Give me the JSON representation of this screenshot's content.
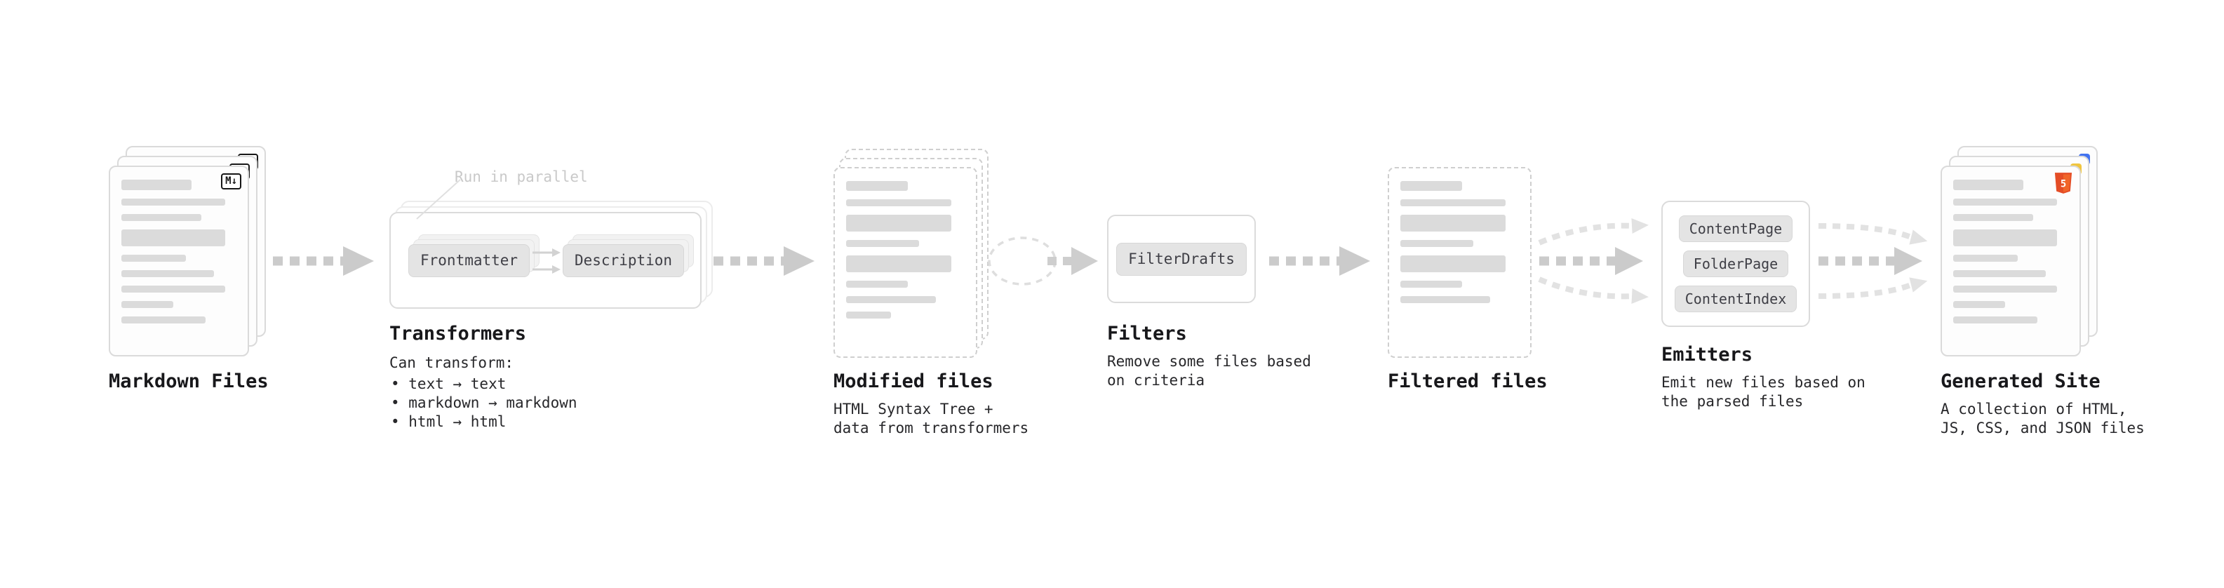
{
  "colors": {
    "background": "#ffffff",
    "card_border": "#dadada",
    "dashed_border": "#cfcfcf",
    "placeholder_bar": "#dbdbdb",
    "node_button_bg": "#e4e4e4",
    "arrow": "#cbcbcb",
    "arrow_light": "#e2e2e2",
    "title_text": "#18181b",
    "body_text": "#27272a",
    "muted_label": "#c9c9c9",
    "markdown_badge": "#161616",
    "html5_orange": "#e44d26",
    "css_blue": "#4273f0",
    "js_yellow": "#f0c53f"
  },
  "diagram": {
    "markdown_files": {
      "title": "Markdown Files",
      "badge": "M↓"
    },
    "transformers": {
      "parallel_label": "Run in parallel",
      "nodes": [
        "Frontmatter",
        "Description"
      ],
      "title": "Transformers",
      "heading": "Can transform:",
      "bullets": [
        "• text → text",
        "• markdown → markdown",
        "• html → html"
      ]
    },
    "modified_files": {
      "title": "Modified files",
      "subtitle": "HTML Syntax Tree +\ndata from transformers"
    },
    "filters": {
      "nodes": [
        "FilterDrafts"
      ],
      "title": "Filters",
      "subtitle": "Remove some files based\non criteria"
    },
    "filtered_files": {
      "title": "Filtered files"
    },
    "emitters": {
      "nodes": [
        "ContentPage",
        "FolderPage",
        "ContentIndex"
      ],
      "title": "Emitters",
      "subtitle": "Emit new files based on\nthe parsed files"
    },
    "generated_site": {
      "title": "Generated Site",
      "subtitle": "A collection of HTML,\nJS, CSS, and JSON files",
      "badge": "5"
    }
  }
}
